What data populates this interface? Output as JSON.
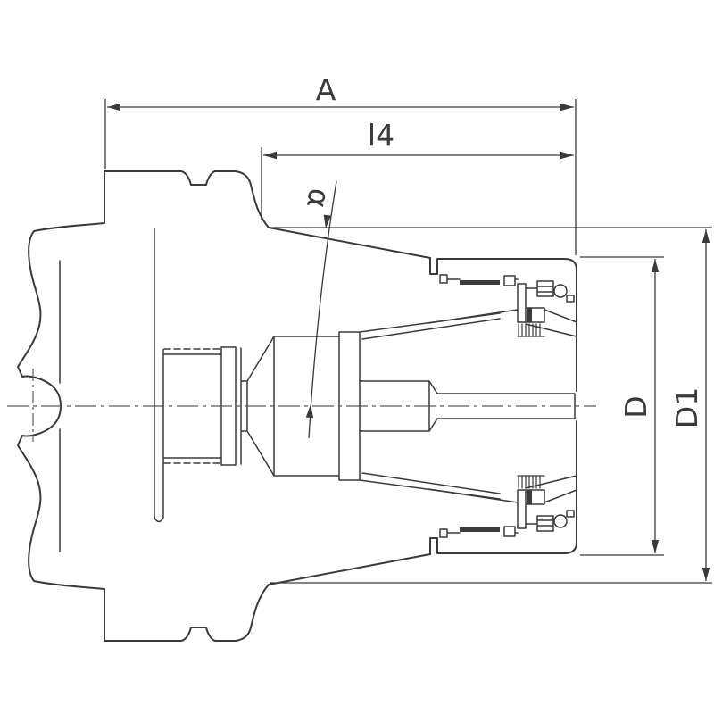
{
  "drawing": {
    "type": "technical-drawing-cross-section",
    "subject": "collet chuck tool holder",
    "background": "#ffffff",
    "line_color": "#3a3a3a",
    "labels": {
      "A": "A",
      "l4": "l4",
      "alpha": "α",
      "D": "D",
      "D1": "D1"
    }
  }
}
